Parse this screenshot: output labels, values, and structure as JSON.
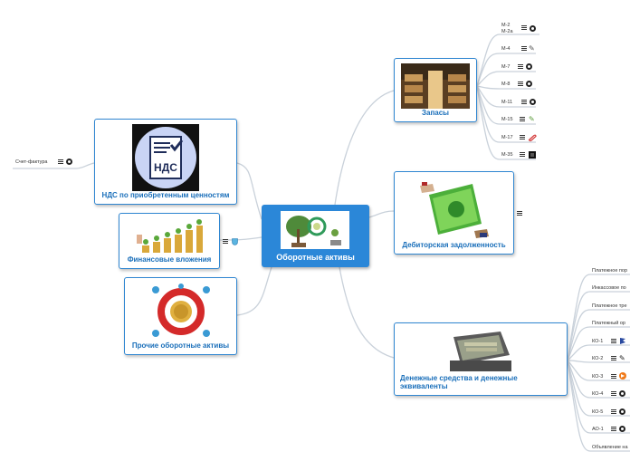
{
  "central": {
    "label": "Оборотные активы"
  },
  "main_nodes": {
    "zapasy": "Запасы",
    "debitor": "Дебиторская задолженность",
    "denezhnye": "Денежные средства и денежные эквиваленты",
    "nds": "НДС по приобретенным ценностям",
    "nds_badge": "НДС",
    "fin": "Финансовые вложения",
    "prochie": "Прочие оборотные активы"
  },
  "zapasy_leaves": [
    "М-2\nМ-2а",
    "М-4",
    "М-7",
    "М-8",
    "М-11",
    "М-15",
    "М-17",
    "М-35"
  ],
  "denezhnye_leaves": [
    "Платежное пор",
    "Инкассовое по",
    "Платежное тре",
    "Платежный ор",
    "КО-1",
    "КО-2",
    "КО-3",
    "КО-4",
    "КО-5",
    "АО-1",
    "Объявление на"
  ],
  "nds_leaf": "Счет-фактура",
  "icons": {
    "globe": "globe-icon",
    "note": "note-icon",
    "pencil": "pencil-icon",
    "paperclip": "paperclip-icon",
    "flag": "flag-icon",
    "shield": "shield-icon",
    "arrow": "arrow-icon"
  },
  "colors": {
    "accent": "#2b87d8",
    "label": "#1a6fba",
    "link": "#c9d1da"
  }
}
